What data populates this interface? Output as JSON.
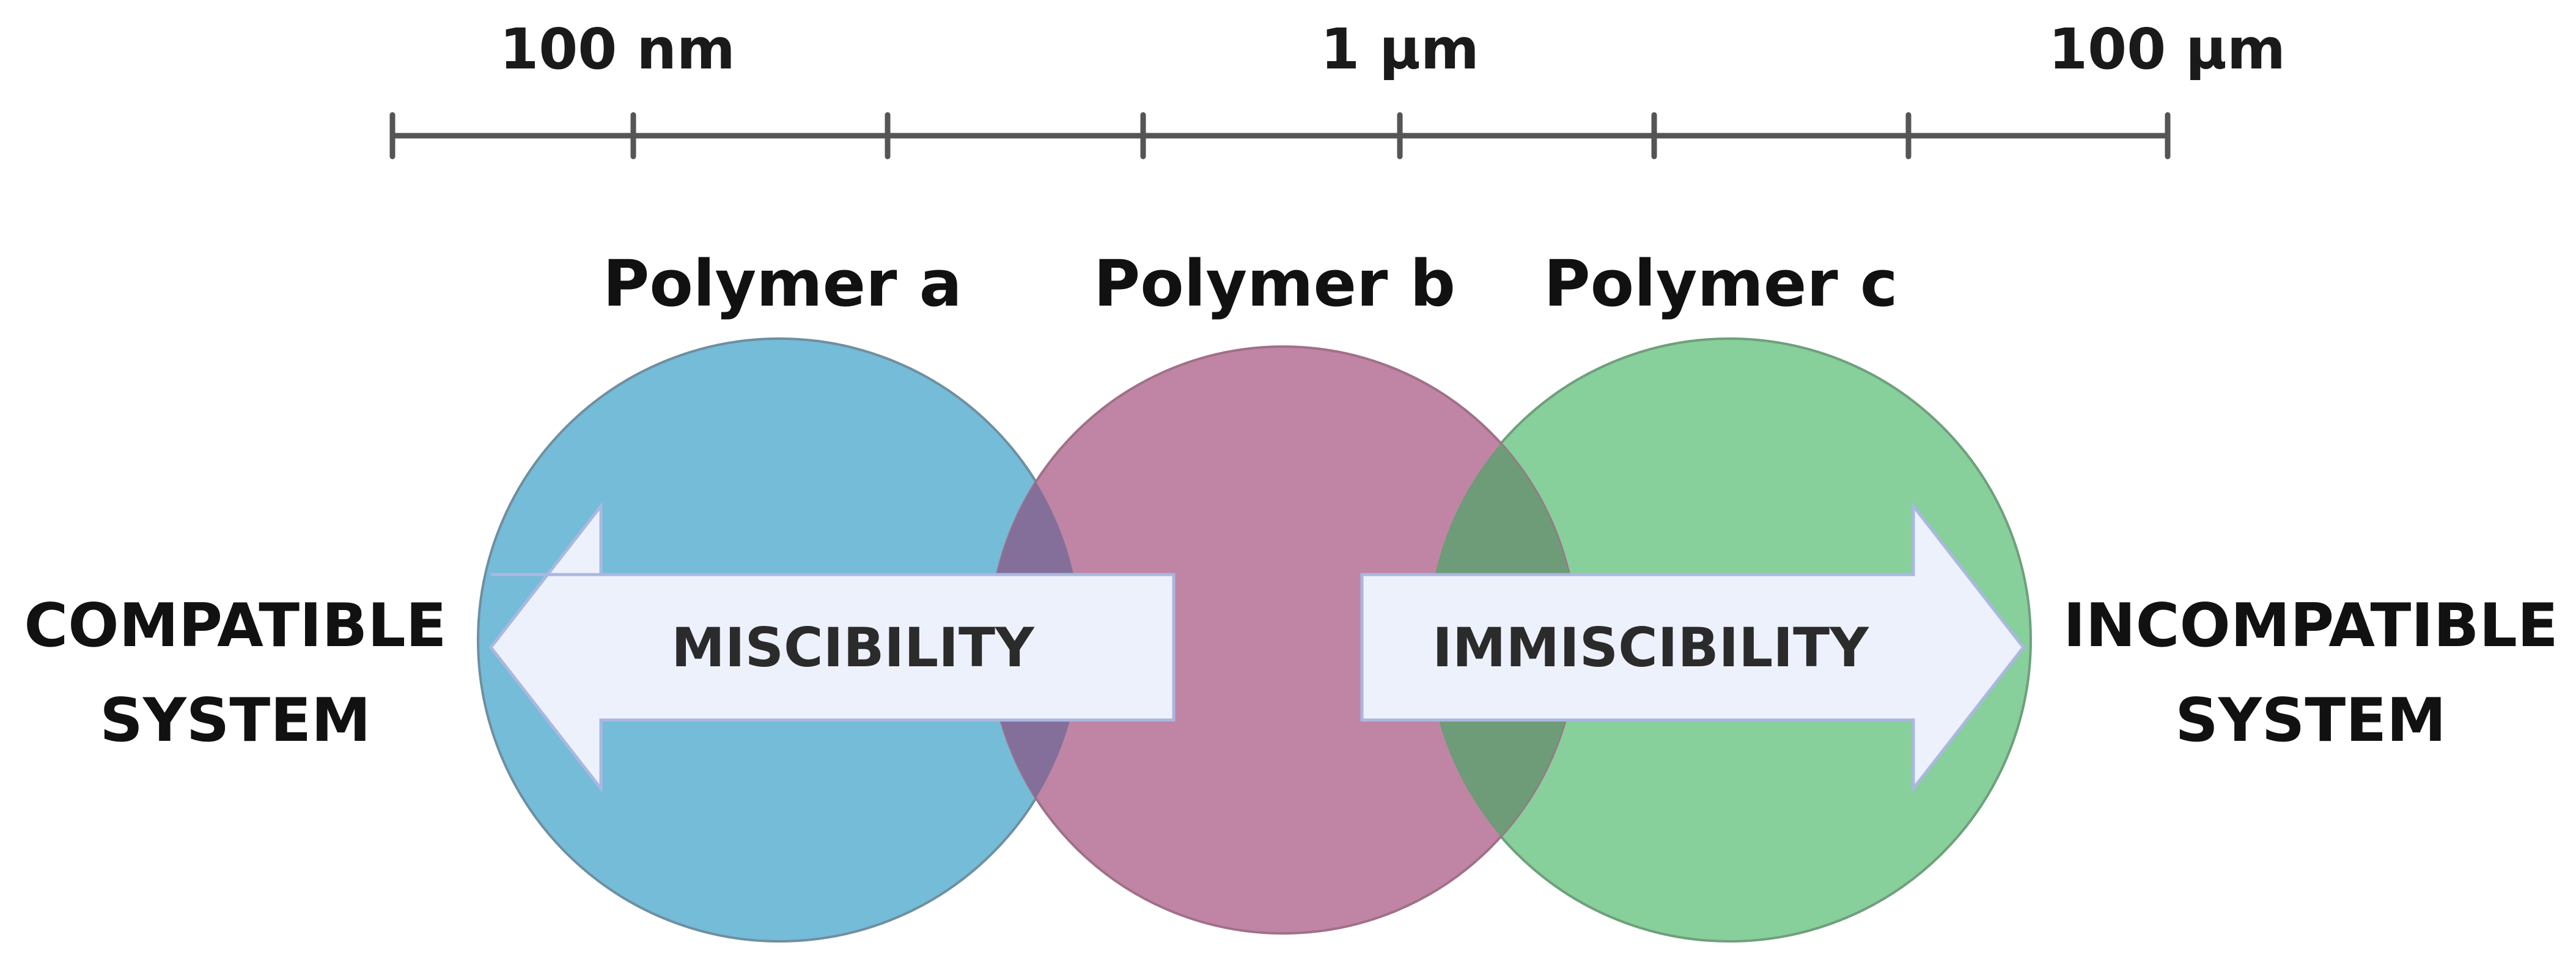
{
  "scale": {
    "labels": [
      {
        "text": "100 nm",
        "at_tick": 1
      },
      {
        "text": "1 µm",
        "at_tick": 4
      },
      {
        "text": "100 µm",
        "at_tick": 7
      }
    ],
    "tick_count": 8
  },
  "polymers": [
    {
      "label": "Polymer a",
      "color": "#74bcd8"
    },
    {
      "label": "Polymer b",
      "color": "#c085a4"
    },
    {
      "label": "Polymer c",
      "color": "#87cf9b"
    }
  ],
  "overlaps": {
    "a_b_color": "#836f9a",
    "b_c_color": "#6e9b78"
  },
  "arrows": {
    "left": {
      "label": "MISCIBILITY",
      "direction": "left"
    },
    "right": {
      "label": "IMMISCIBILITY",
      "direction": "right"
    },
    "fill": "#edf1fb",
    "stroke": "#aab8e0"
  },
  "sides": {
    "left": {
      "line1": "COMPATIBLE",
      "line2": "SYSTEM"
    },
    "right": {
      "line1": "INCOMPATIBLE",
      "line2": "SYSTEM"
    }
  }
}
